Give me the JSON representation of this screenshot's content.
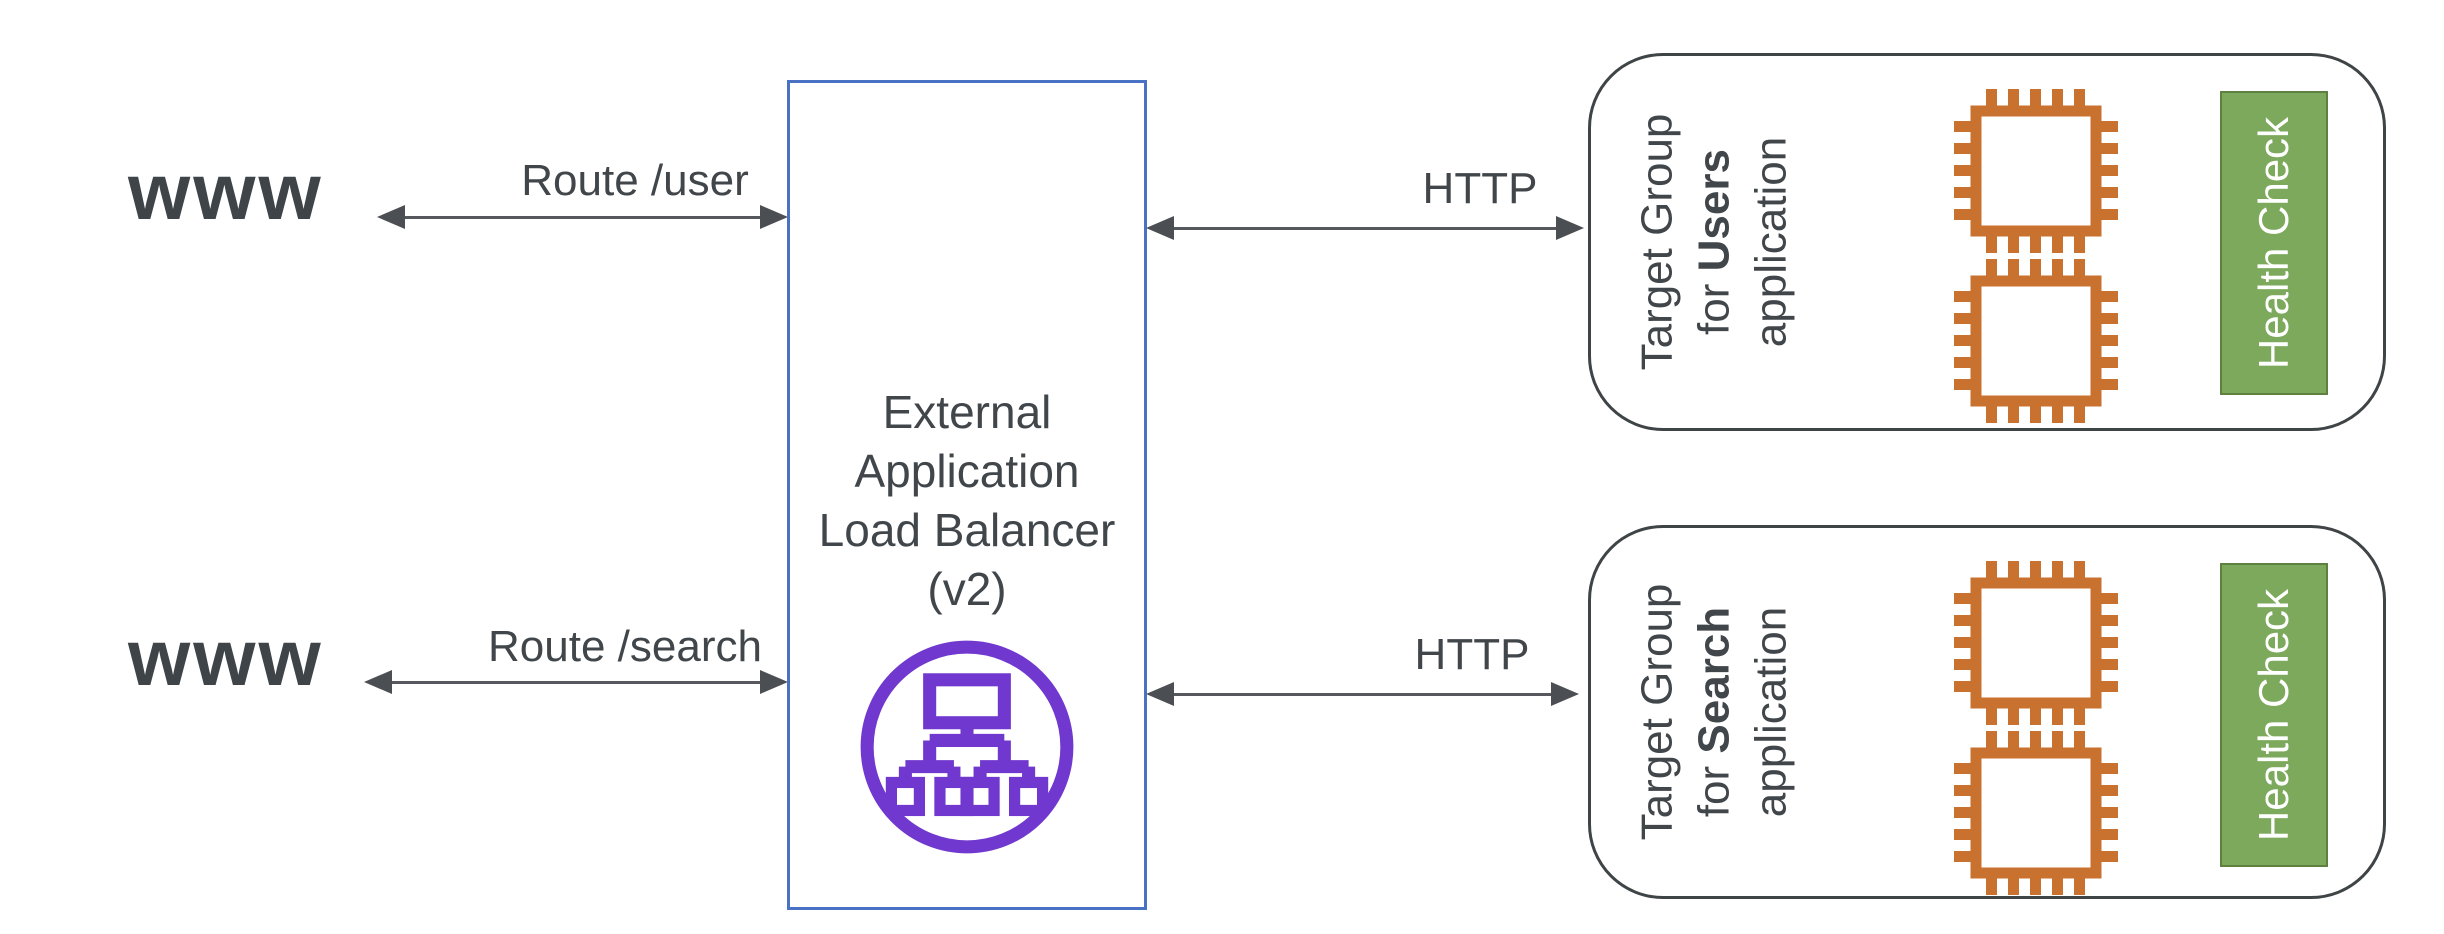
{
  "clients": [
    {
      "label": "www"
    },
    {
      "label": "www"
    }
  ],
  "routes": [
    {
      "label": "Route /user"
    },
    {
      "label": "Route /search"
    }
  ],
  "http": [
    {
      "label": "HTTP"
    },
    {
      "label": "HTTP"
    }
  ],
  "load_balancer": {
    "line1": "External",
    "line2": "Application",
    "line3": "Load Balancer",
    "line4": "(v2)",
    "icon": "load-balancer-icon"
  },
  "target_groups": [
    {
      "line1": "Target Group",
      "line2_prefix": "for ",
      "line2_bold": "Users",
      "line3": "application",
      "health_label": "Health Check",
      "instance_count": 2,
      "instance_icon": "server-chip-icon"
    },
    {
      "line1": "Target Group",
      "line2_prefix": "for ",
      "line2_bold": "Search",
      "line3": "application",
      "health_label": "Health Check",
      "instance_count": 2,
      "instance_icon": "server-chip-icon"
    }
  ],
  "colors": {
    "text": "#3f4448",
    "arrow": "#55595d",
    "alb_border_blue": "#4a72c4",
    "alb_icon_purple": "#7038ce",
    "instance_orange": "#c9722f",
    "health_green": "#7ca95b",
    "health_green_border": "#5e8140",
    "group_border": "#3f4447"
  }
}
